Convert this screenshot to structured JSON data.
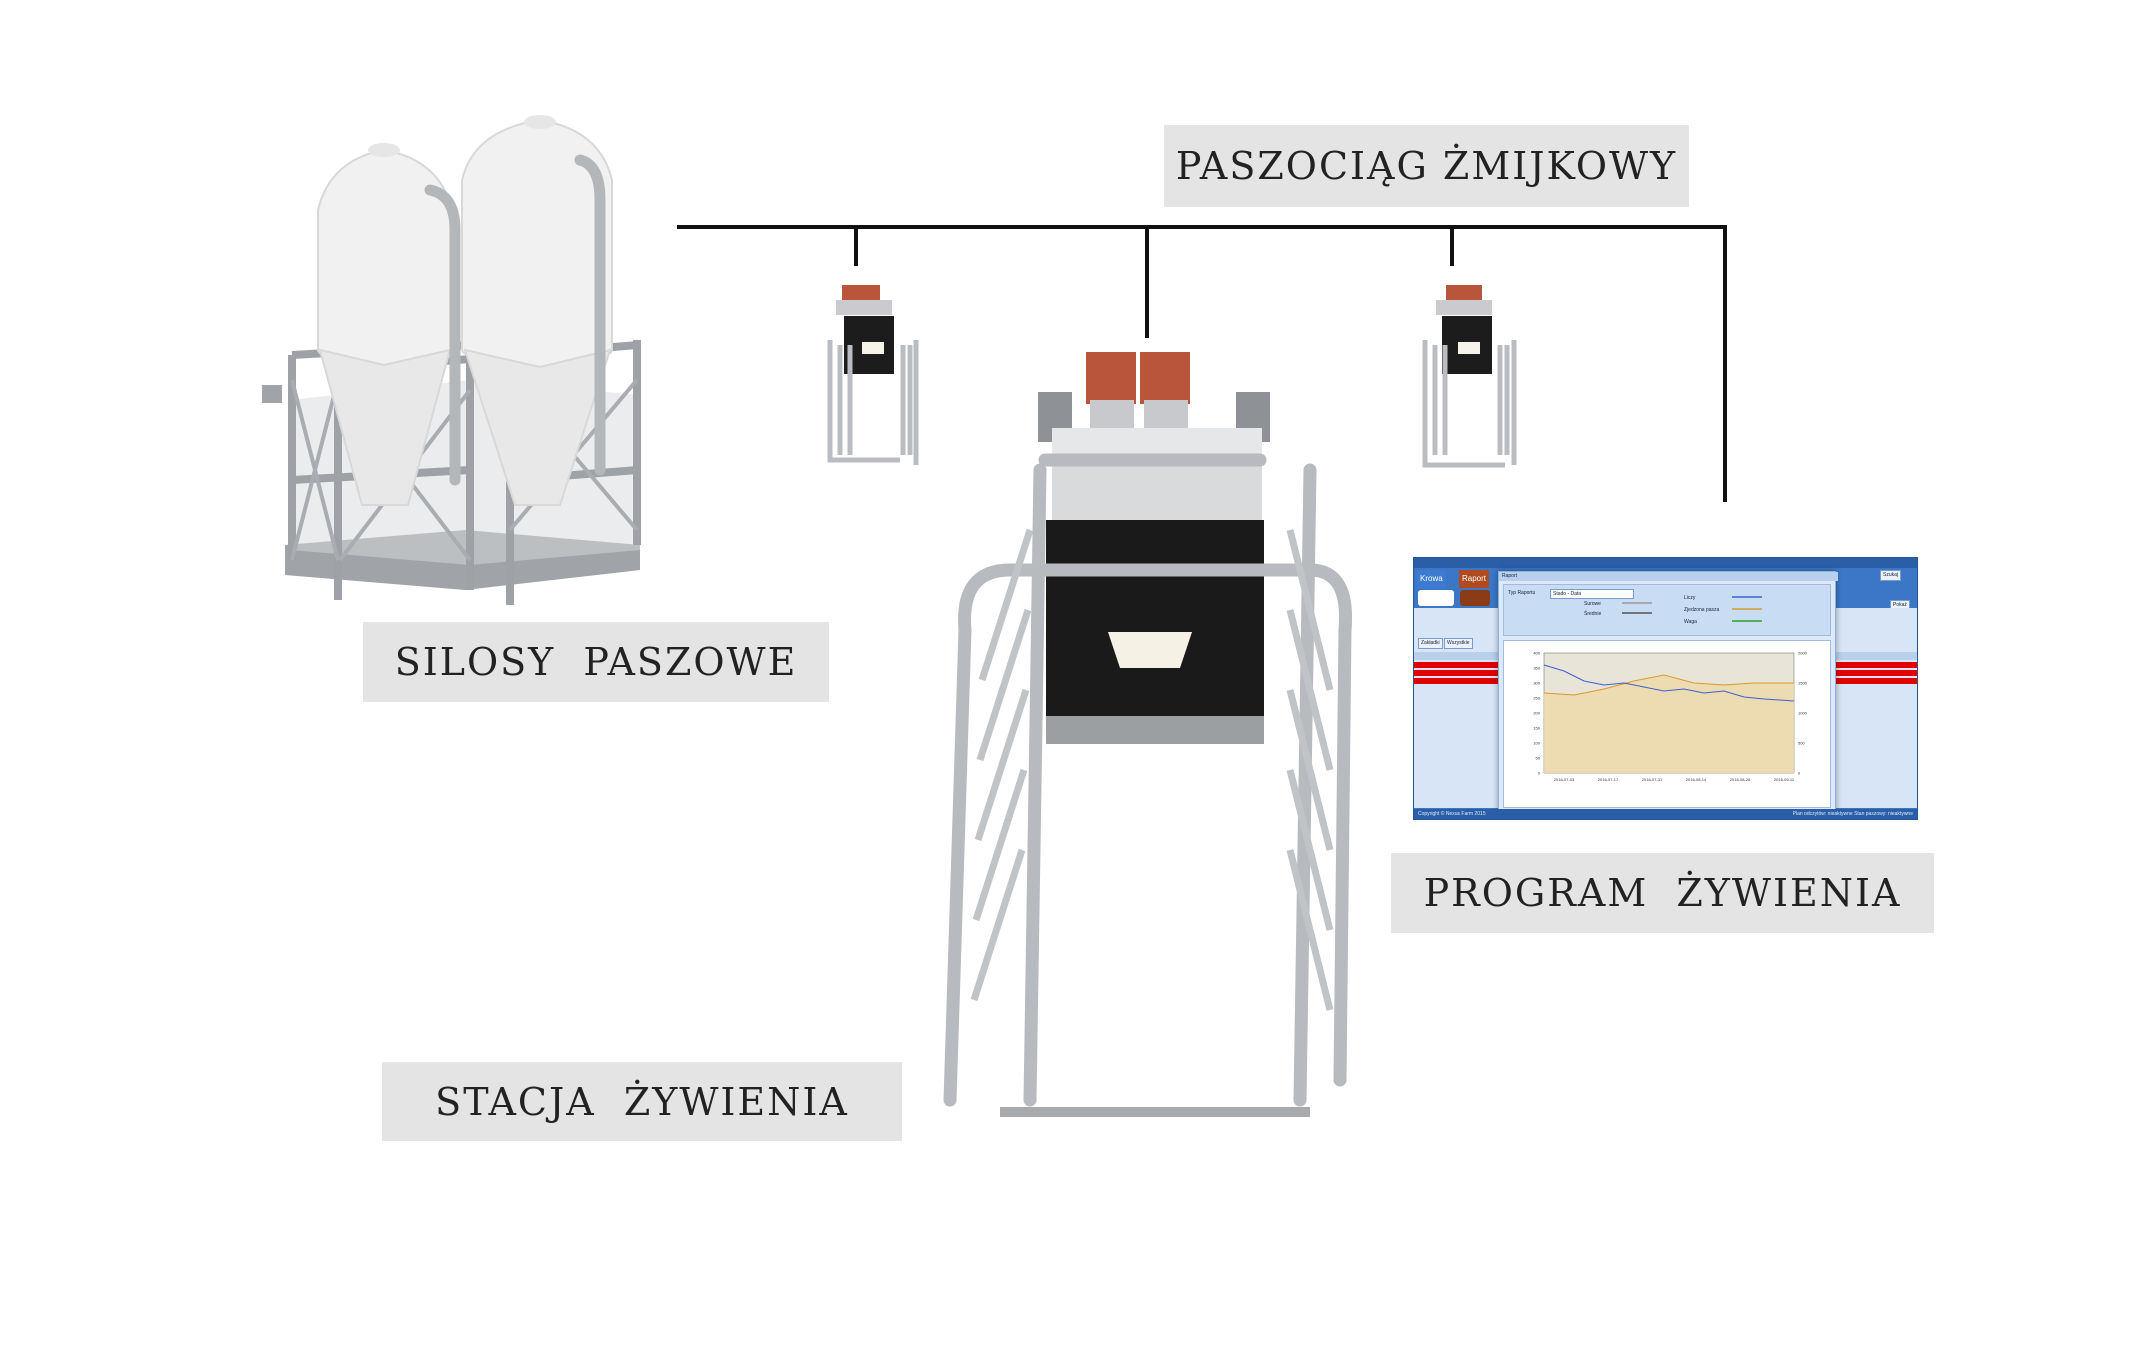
{
  "labels": {
    "feed_line": "PASZOCIĄG ŻMIJKOWY",
    "silos": "SILOSY  PASZOWE",
    "feeding_program": "PROGRAM  ŻYWIENIA",
    "feeding_station": "STACJA  ŻYWIENIA"
  },
  "colors": {
    "label_bg": "#e4e4e4",
    "line": "#111111",
    "steel": "#b9bcc0",
    "silo_white": "#f2f2f2",
    "pipe_red": "#b8553a",
    "screen_blue": "#3b77c6"
  },
  "screen": {
    "tabs": [
      "Krowa",
      "Raport"
    ],
    "dialog": {
      "report_type_label": "Typ Raportu",
      "report_type_value": "Stado - Data",
      "options": [
        "Surowe",
        "Średnie",
        "Liczy",
        "Zjedzona pasza",
        "Waga"
      ]
    },
    "side_buttons": [
      "Szukaj",
      "Pokaż"
    ],
    "grid_tabs": [
      "Zakładki",
      "Wszystkie"
    ],
    "status_left": "Copyright © Nexus Farm 2015",
    "status_right": "Plan odczytów: nieaktywne  Stan paszowy: nieaktywne",
    "chart_x_ticks": [
      "2016-07-03",
      "2016-07-17",
      "2016-07-31",
      "2016-08-14",
      "2016-08-28",
      "2016-09-11"
    ],
    "chart_y_left_ticks": [
      "0",
      "50",
      "100",
      "150",
      "200",
      "250",
      "300",
      "350",
      "400"
    ],
    "chart_y_right_ticks": [
      "0",
      "500",
      "1000",
      "1500",
      "2000"
    ]
  }
}
